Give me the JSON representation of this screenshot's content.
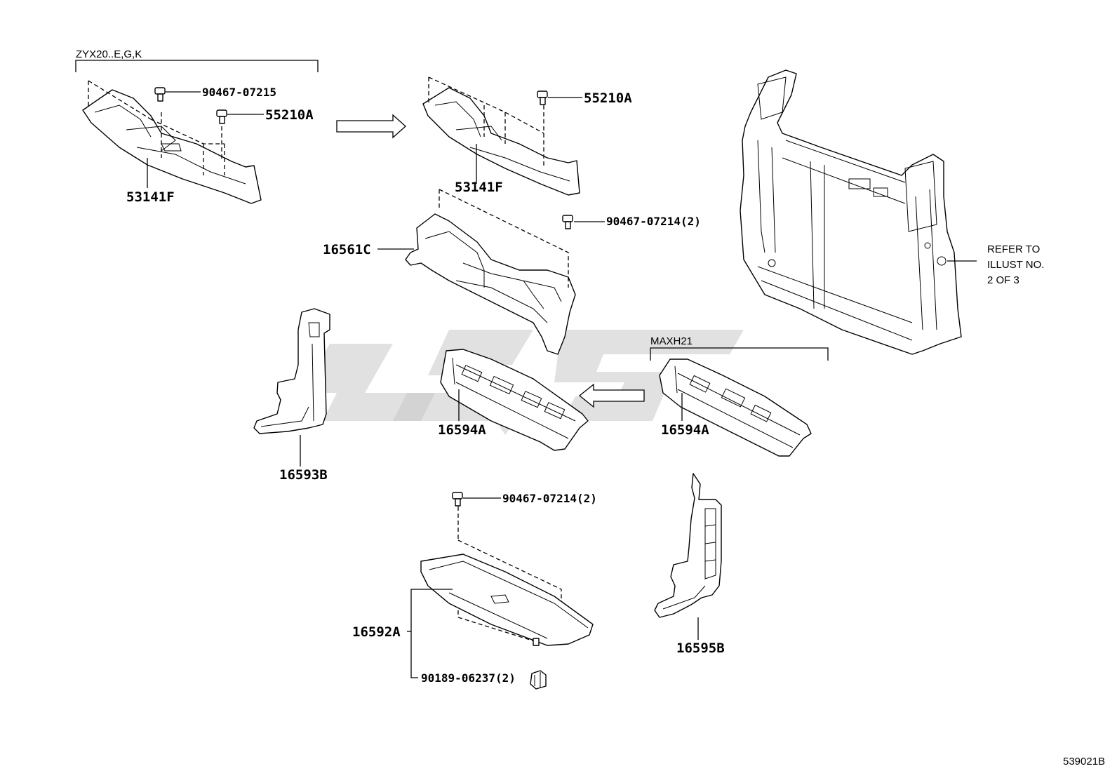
{
  "diagram": {
    "image_code": "539021B",
    "variants": {
      "top_left": "ZYX20..E,G,K",
      "middle_right": "MAXH21"
    },
    "refer_note": [
      "REFER TO",
      "ILLUST NO.",
      "2 OF 3"
    ],
    "parts": {
      "clip_07215": "90467-07215",
      "clip_a": "55210A",
      "seal_left": "53141F",
      "clip_b": "55210A",
      "seal_mid": "53141F",
      "clip_07214_top": "90467-07214(2)",
      "duct": "16561C",
      "side_left": "16593B",
      "baffle_mid": "16594A",
      "baffle_right": "16594A",
      "clip_07214_bottom": "90467-07214(2)",
      "cover_bottom": "16592A",
      "nut_bottom": "90189-06237(2)",
      "side_right": "16595B"
    }
  }
}
